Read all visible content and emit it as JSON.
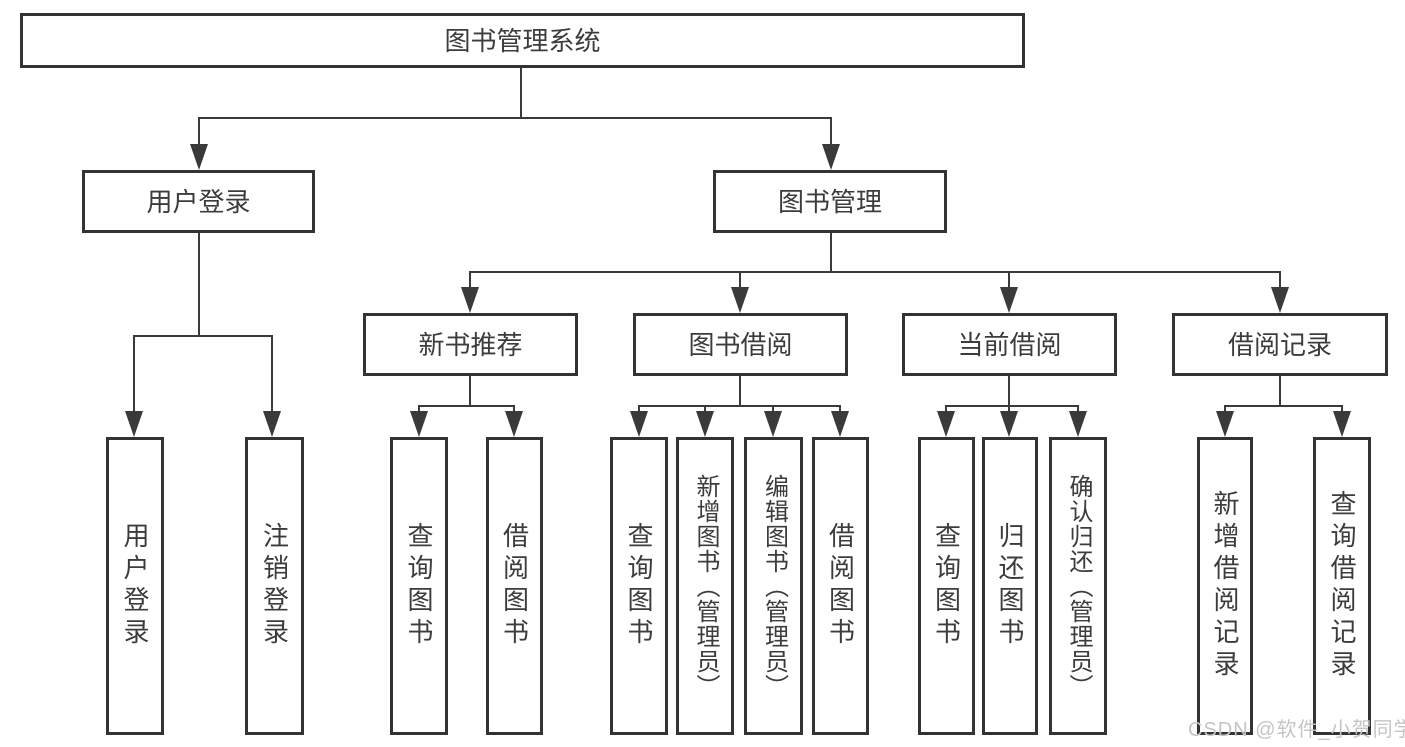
{
  "diagram": {
    "root": {
      "label": "图书管理系统"
    },
    "branches": [
      {
        "label": "用户登录",
        "children": [
          {
            "label": "用户登录"
          },
          {
            "label": "注销登录"
          }
        ]
      },
      {
        "label": "图书管理",
        "groups": [
          {
            "label": "新书推荐",
            "children": [
              {
                "label": "查询图书"
              },
              {
                "label": "借阅图书"
              }
            ]
          },
          {
            "label": "图书借阅",
            "children": [
              {
                "label": "查询图书"
              },
              {
                "label": "新增图书（管理员）"
              },
              {
                "label": "编辑图书（管理员）"
              },
              {
                "label": "借阅图书"
              }
            ]
          },
          {
            "label": "当前借阅",
            "children": [
              {
                "label": "查询图书"
              },
              {
                "label": "归还图书"
              },
              {
                "label": "确认归还（管理员）"
              }
            ]
          },
          {
            "label": "借阅记录",
            "children": [
              {
                "label": "新增借阅记录"
              },
              {
                "label": "查询借阅记录"
              }
            ]
          }
        ]
      }
    ]
  },
  "watermark": {
    "text": "CSDN @软件_小贺同学"
  },
  "colors": {
    "line": "#3a3a3a",
    "border": "#333333",
    "text": "#3c3c3c",
    "watermark": "#c5c5c5",
    "background": "#ffffff"
  }
}
